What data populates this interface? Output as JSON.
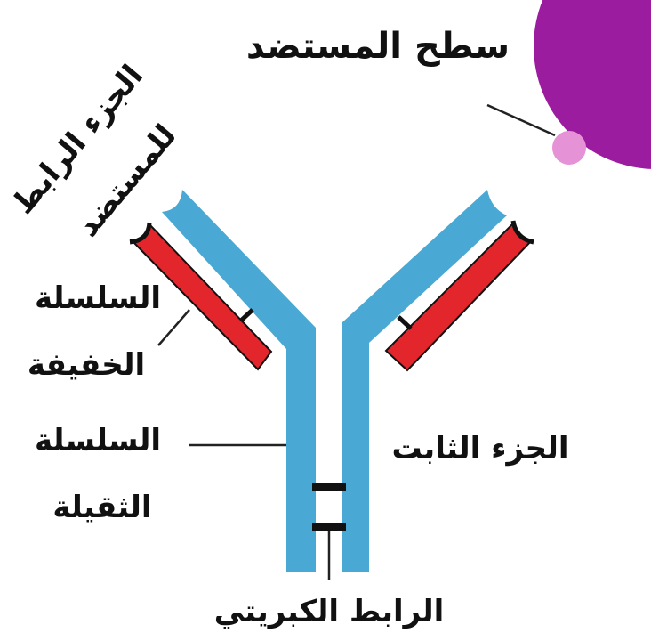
{
  "labels": {
    "antigen_surface": "سطح المستضد",
    "antigen_binding": [
      "الجزء الرابط",
      "للمستضد"
    ],
    "light_chain": [
      "السلسلة",
      "الخفيفة"
    ],
    "heavy_chain": [
      "السلسلة",
      "الثقيلة"
    ],
    "constant_region": "الجزء الثابت",
    "disulfide_bond": "الرابط الكبريتي"
  },
  "colors": {
    "heavy_chain": "#4aa8d4",
    "light_chain": "#e3262b",
    "antigen_surface": "#9c1ca0",
    "antigen": "#e592d6",
    "outline": "#111111"
  }
}
